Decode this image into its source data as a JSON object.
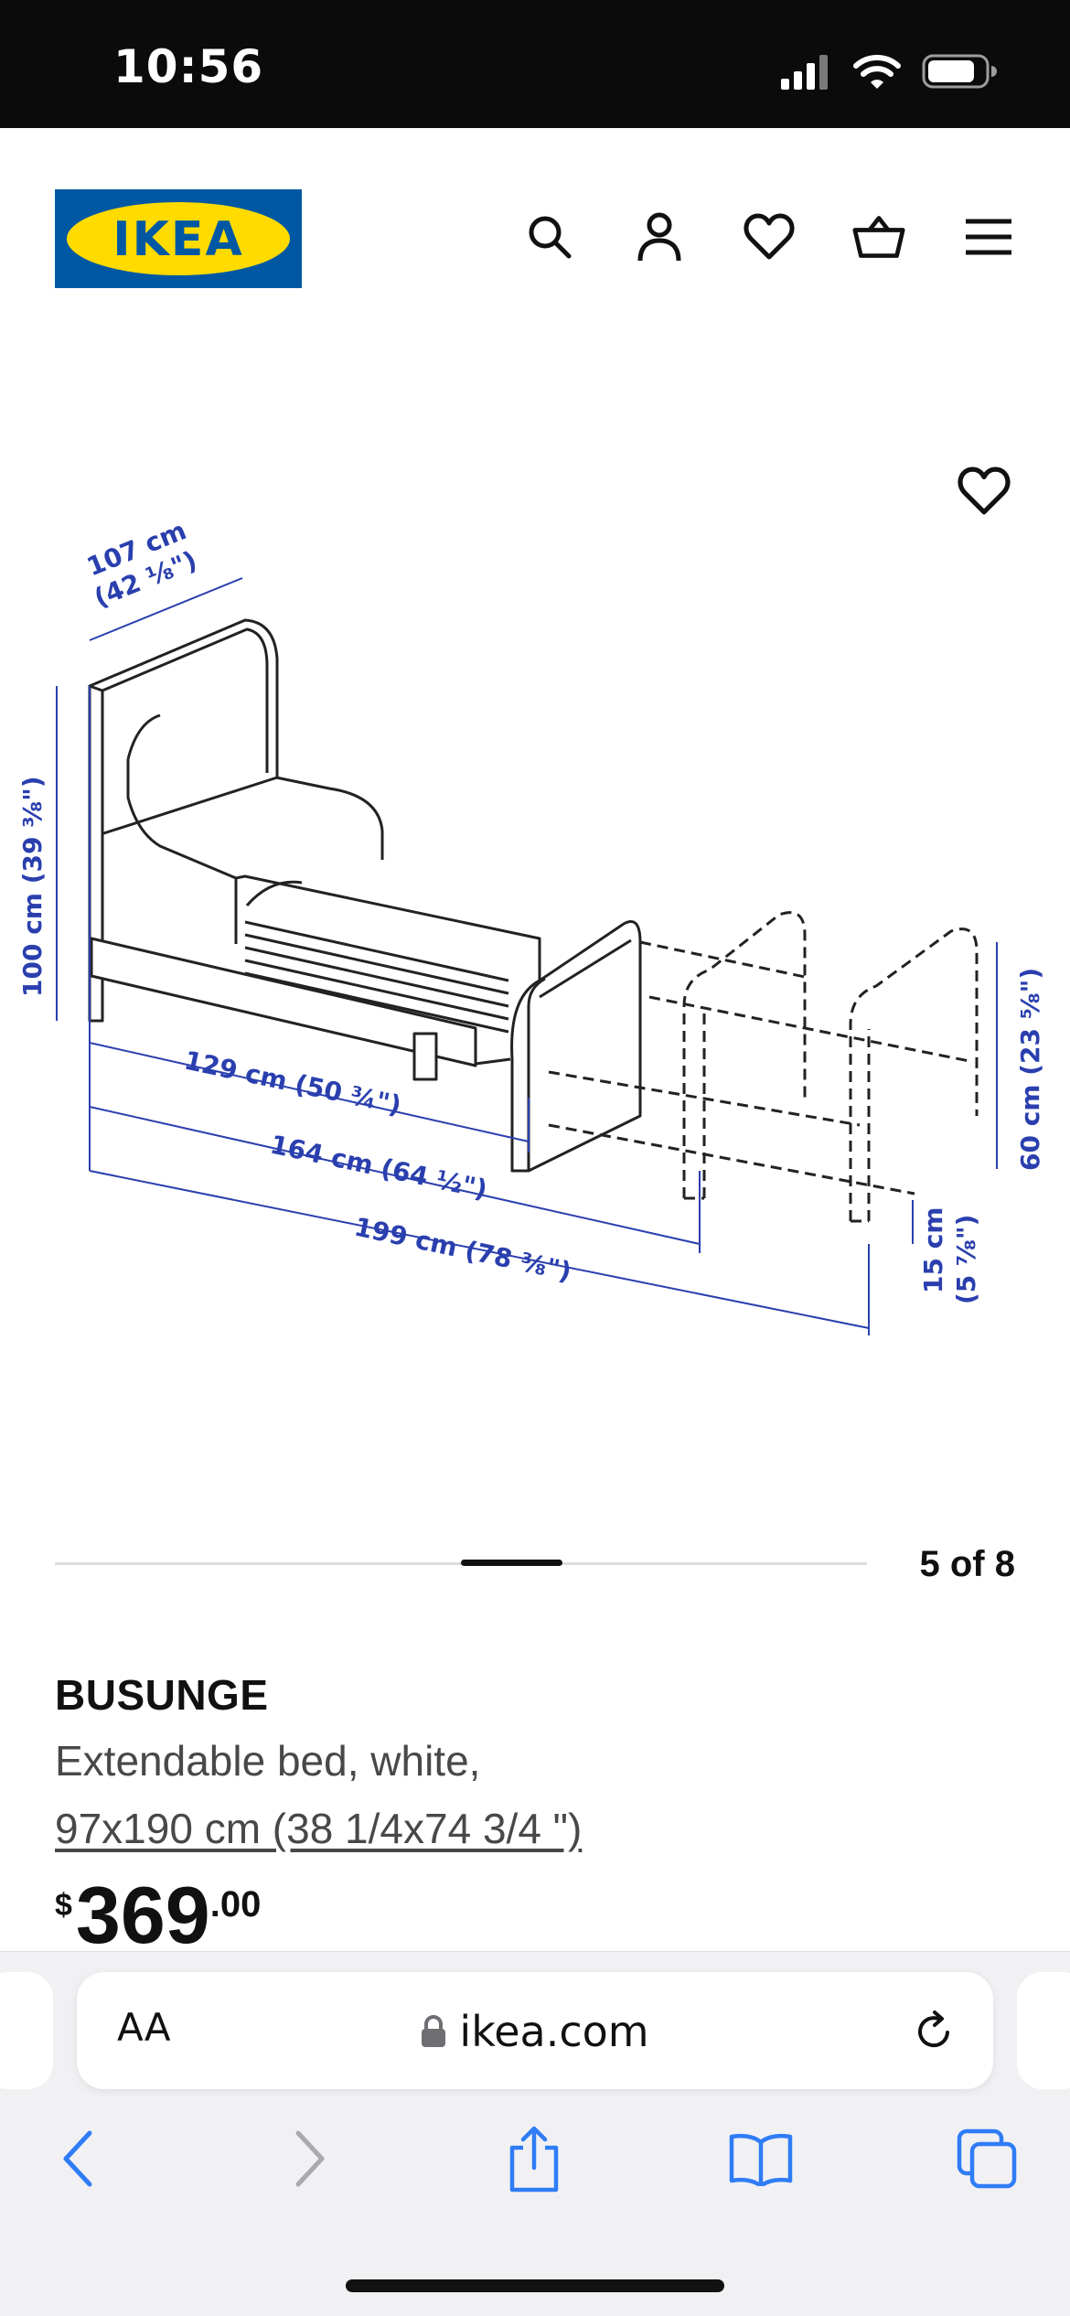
{
  "status_bar": {
    "time": "10:56"
  },
  "header": {
    "logo_text": "IKEA",
    "icons": [
      "search-icon",
      "account-icon",
      "favorites-icon",
      "cart-icon",
      "menu-icon"
    ]
  },
  "gallery": {
    "dimensions": {
      "width_cm": "107 cm",
      "width_in": "(42 ⅛\")",
      "height": "100 cm (39 ⅜\")",
      "length_small": "129 cm (50 ¾\")",
      "length_mid": "164 cm (64 ½\")",
      "length_full": "199 cm (78 ⅜\")",
      "ext_height": "60 cm (23 ⅝\")",
      "leg_cm": "15 cm",
      "leg_in": "(5 ⅞\")"
    },
    "counter": "5 of 8",
    "position": {
      "current": 5,
      "total": 8
    }
  },
  "product": {
    "name": "BUSUNGE",
    "description": "Extendable bed, white,",
    "size": "97x190 cm (38 1/4x74 3/4 \")",
    "price": {
      "currency": "$",
      "integer": "369",
      "decimals": ".00"
    }
  },
  "browser": {
    "text_size_label": "AA",
    "url": "ikea.com"
  },
  "colors": {
    "ikea_blue": "#0058A3",
    "ikea_yellow": "#FFDB00",
    "dimension_blue": "#2A3FAE",
    "safari_blue": "#2F7CF6"
  }
}
